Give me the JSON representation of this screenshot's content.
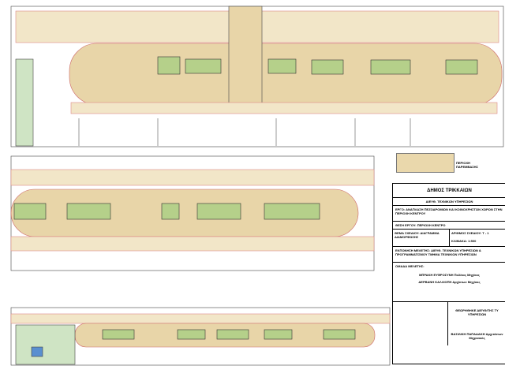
{
  "legend": {
    "label": "ΠΕΡΙΟΧΗ ΠΑΡΕΜΒΑΣΗΣ",
    "color": "#ead8ac"
  },
  "title_block": {
    "authority": "ΔΗΜΟΣ ΤΡΙΚΚΑΙΩΝ",
    "department": "ΔΙΕΥΘ. ΤΕΧΝΙΚΩΝ ΥΠΗΡΕΣΙΩΝ",
    "project_label": "ΕΡΓΟ:",
    "project": "ΑΝΑΠΛΑΣΗ ΠΕΖΟΔΡΟΜΙΩΝ ΚΑΙ ΚΟΙΝΟΧΡΗΣΤΩΝ ΧΩΡΩΝ ΣΤΗΝ ΠΕΡΙΟΧΗ ΚΕΝΤΡΟΥ",
    "location": "ΘΕΣΗ ΕΡΓΟΥ: ΠΕΡΙΟΧΗ ΚΕΝΤΡΟ",
    "subject": "ΘΕΜΑ ΣΧΕΔΙΟΥ: ΔΙΑΓΡΑΜΜΑ ΔΙΑΜΟΡΦΩΣΗΣ",
    "drawing_no": "ΑΡΙΘΜΟΣ ΣΧΕΔΙΟΥ: Τ - 1",
    "scale": "ΚΛΙΜΑΚΑ: 1:500",
    "study": "ΕΚΠΟΝΗΣΗ ΜΕΛΕΤΗΣ: ΔΙΕΥΘ. ΤΕΧΝΙΚΩΝ ΥΠΗΡΕΣΙΩΝ & ΠΡΟΓΡΑΜΜΑΤΙΣΜΟΥ ΤΜΗΜΑ ΤΕΧΝΙΚΩΝ ΥΠΗΡΕΣΙΩΝ",
    "team": "ΟΜΑΔΑ ΜΕΛΕΤΗΣ:",
    "member1": "ΜΠΡΑΚΗ ΕΥΦΡΟΣΥΝΗ Πολ/κος Μηχ/κος",
    "member2": "ΔΕΡΒΑΝΗ ΚΑΛΛΙΟΠΗ Αρχ/κτων Μηχ/κος",
    "approved": "ΘΕΩΡΗΘΗΚΕ ΔΙΕΥΘ/ΤΗΣ ΤΥ ΥΠΗΡΕΣΙΩΝ",
    "director": "ΒΑΣΙΛΙΚΗ ΠΑΠΑΔΑΚΗ Αρχιτέκτων Μηχανικός"
  }
}
